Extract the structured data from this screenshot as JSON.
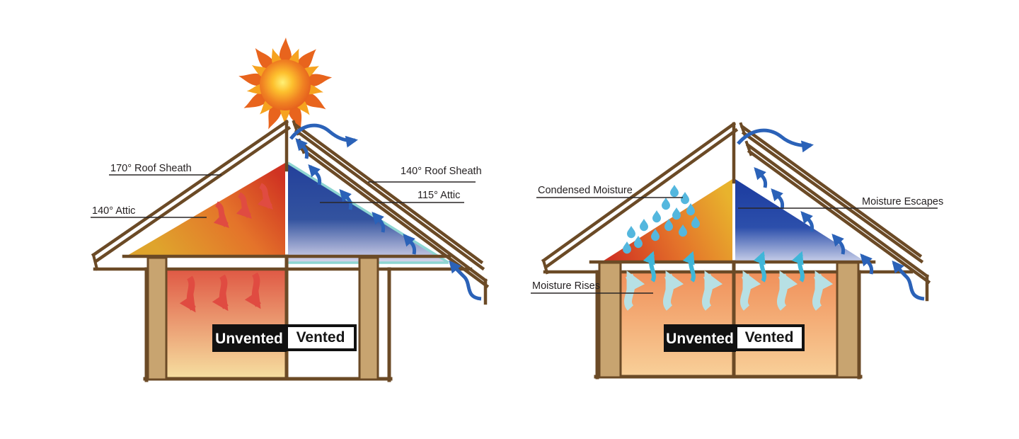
{
  "temperature_diagram": {
    "description": "Unvented vs vented attic temperature comparison with sun",
    "labels": {
      "unvented_roof_sheath": "170° Roof Sheath",
      "unvented_attic": "140° Attic",
      "vented_roof_sheath": "140° Roof Sheath",
      "vented_attic": "115° Attic",
      "unvented_tag": "Unvented",
      "vented_tag": "Vented"
    }
  },
  "moisture_diagram": {
    "description": "Unvented vs vented attic moisture comparison",
    "labels": {
      "condensed_moisture": "Condensed Moisture",
      "moisture_escapes": "Moisture Escapes",
      "moisture_rises": "Moisture Rises",
      "unvented_tag": "Unvented",
      "vented_tag": "Vented"
    }
  },
  "icons": {
    "sun": "sun-icon",
    "heat_arrows": "red wavy downward heat arrows",
    "airflow_arrows": "blue curved ventilation airflow arrows",
    "moisture_arrows": "pale cyan rising moisture arrows",
    "droplets": "condensed moisture droplets"
  },
  "colors": {
    "outline_brown": "#6b4a26",
    "stud_tan": "#c8a470",
    "heat_red": "#e04b41",
    "attic_hot_top": "#d03322",
    "attic_hot_bottom": "#e2a72c",
    "attic_cool_top": "#24419b",
    "attic_cool_bottom": "#d9d7ec",
    "baffle_cyan": "#8ed5d2",
    "airflow_blue": "#2b62b8",
    "moisture_pale": "#b7e0e4",
    "moisture_cyan": "#3fb6d8",
    "droplet_blue": "#54b7de",
    "room_warm_top": "#f0905a",
    "room_warm_bottom": "#f8d099",
    "tag_black": "#111111",
    "tag_white": "#ffffff"
  }
}
